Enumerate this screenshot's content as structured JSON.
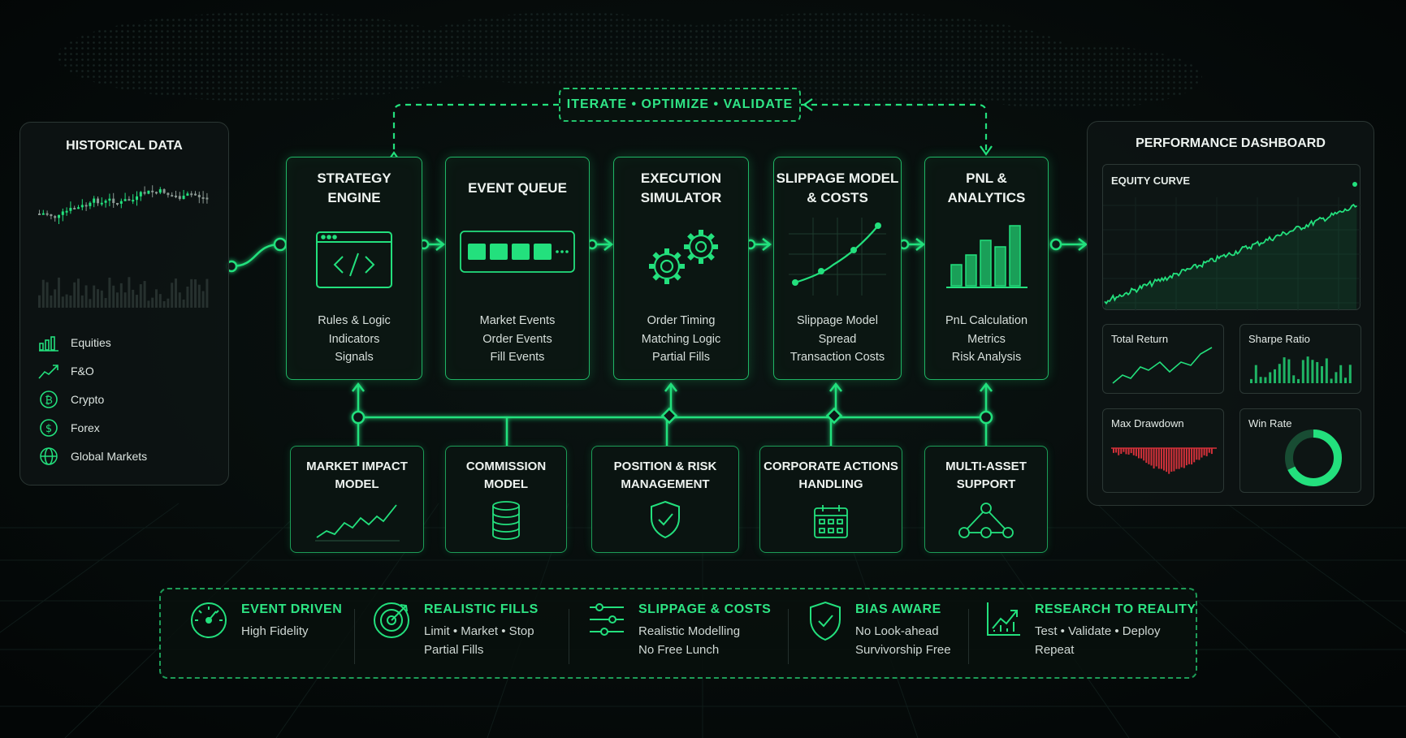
{
  "colors": {
    "accent": "#23e07d",
    "background": "#05090a",
    "negative": "#e0333a"
  },
  "iterate_label": "ITERATE  •  OPTIMIZE  •  VALIDATE",
  "historical": {
    "title": "HISTORICAL DATA",
    "assets": [
      {
        "label": "Equities",
        "icon": "bar-chart-icon"
      },
      {
        "label": "F&O",
        "icon": "trend-line-icon"
      },
      {
        "label": "Crypto",
        "icon": "bitcoin-icon"
      },
      {
        "label": "Forex",
        "icon": "dollar-icon"
      },
      {
        "label": "Global Markets",
        "icon": "globe-icon"
      }
    ]
  },
  "pipeline": [
    {
      "title": "STRATEGY\nENGINE",
      "icon": "code-window-icon",
      "lines": [
        "Rules & Logic",
        "Indicators",
        "Signals"
      ]
    },
    {
      "title": "EVENT QUEUE",
      "icon": "queue-icon",
      "lines": [
        "Market Events",
        "Order Events",
        "Fill Events"
      ]
    },
    {
      "title": "EXECUTION\nSIMULATOR",
      "icon": "gears-icon",
      "lines": [
        "Order Timing",
        "Matching Logic",
        "Partial Fills"
      ]
    },
    {
      "title": "SLIPPAGE MODEL\n& COSTS",
      "icon": "curve-chart-icon",
      "lines": [
        "Slippage Model",
        "Spread",
        "Transaction Costs"
      ]
    },
    {
      "title": "PNL &\nANALYTICS",
      "icon": "bar-chart-icon",
      "lines": [
        "PnL Calculation",
        "Metrics",
        "Risk Analysis"
      ]
    }
  ],
  "support": [
    {
      "title": "MARKET IMPACT\nMODEL",
      "icon": "line-chart-icon"
    },
    {
      "title": "COMMISSION\nMODEL",
      "icon": "coin-stack-icon"
    },
    {
      "title": "POSITION & RISK\nMANAGEMENT",
      "icon": "shield-check-icon"
    },
    {
      "title": "CORPORATE ACTIONS\nHANDLING",
      "icon": "calendar-icon"
    },
    {
      "title": "MULTI-ASSET\nSUPPORT",
      "icon": "network-icon"
    }
  ],
  "dashboard": {
    "title": "PERFORMANCE DASHBOARD",
    "equity_label": "EQUITY CURVE",
    "cards": [
      "Total Return",
      "Sharpe Ratio",
      "Max Drawdown",
      "Win Rate"
    ]
  },
  "features": [
    {
      "title": "EVENT DRIVEN",
      "icon": "gauge-icon",
      "lines": [
        "High Fidelity"
      ]
    },
    {
      "title": "REALISTIC FILLS",
      "icon": "target-icon",
      "lines": [
        "Limit • Market • Stop",
        "Partial Fills"
      ]
    },
    {
      "title": "SLIPPAGE & COSTS",
      "icon": "sliders-icon",
      "lines": [
        "Realistic Modelling",
        "No Free Lunch"
      ]
    },
    {
      "title": "BIAS AWARE",
      "icon": "shield-check-icon",
      "lines": [
        "No Look-ahead",
        "Survivorship Free"
      ]
    },
    {
      "title": "RESEARCH TO REALITY",
      "icon": "chart-up-icon",
      "lines": [
        "Test • Validate • Deploy",
        "Repeat"
      ]
    }
  ]
}
